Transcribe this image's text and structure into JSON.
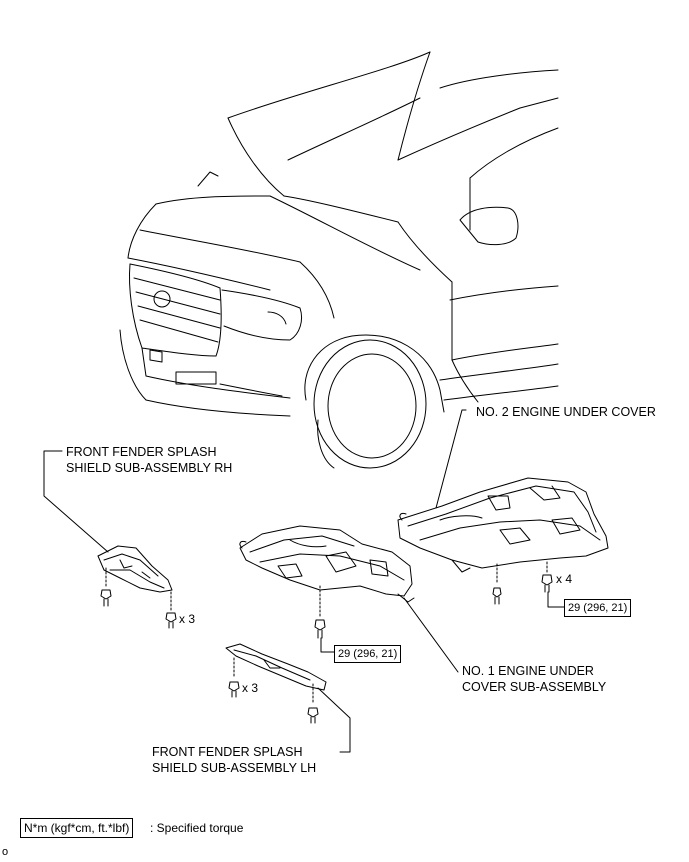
{
  "labels": {
    "no2_cover": "NO. 2 ENGINE UNDER COVER",
    "fender_rh_line1": "FRONT FENDER SPLASH",
    "fender_rh_line2": "SHIELD SUB-ASSEMBLY RH",
    "no1_cover_line1": "NO. 1 ENGINE UNDER",
    "no1_cover_line2": "COVER SUB-ASSEMBLY",
    "fender_lh_line1": "FRONT FENDER SPLASH",
    "fender_lh_line2": "SHIELD SUB-ASSEMBLY LH"
  },
  "torque": {
    "no1": "29 (296, 21)",
    "no2": "29 (296, 21)"
  },
  "counts": {
    "rh_bolts": "x 3",
    "lh_bolts": "x 3",
    "no2_bolts": "x 4"
  },
  "legend": {
    "unit": "N*m (kgf*cm, ft.*lbf)",
    "text": ": Specified torque"
  },
  "figure_code": "o"
}
